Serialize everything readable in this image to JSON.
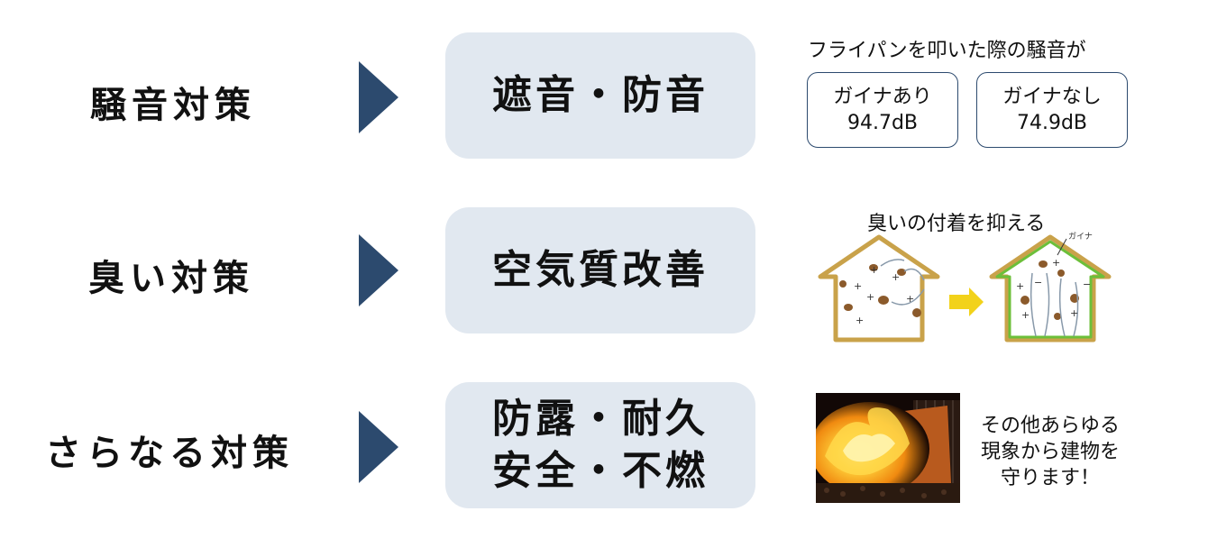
{
  "rows": [
    {
      "label": "騒音対策",
      "effect": "遮音・防音",
      "caption": "フライパンを叩いた際の騒音が",
      "cards": [
        {
          "title": "ガイナあり",
          "value": "94.7dB"
        },
        {
          "title": "ガイナなし",
          "value": "74.9dB"
        }
      ]
    },
    {
      "label": "臭い対策",
      "effect": "空気質改善",
      "caption": "臭いの付着を抑える",
      "figure_label": "ガイナ"
    },
    {
      "label": "さらなる対策",
      "effect_lines": [
        "防露・耐久",
        "安全・不燃"
      ],
      "note_lines": [
        "その他あらゆる",
        "現象から建物を",
        "守ります！"
      ]
    }
  ],
  "colors": {
    "arrow": "#2c4a6e",
    "pill": "#e1e8f0",
    "house_wall": "#c9a24a",
    "coating": "#6cbf3a",
    "transfer_arrow": "#f2d21a"
  }
}
